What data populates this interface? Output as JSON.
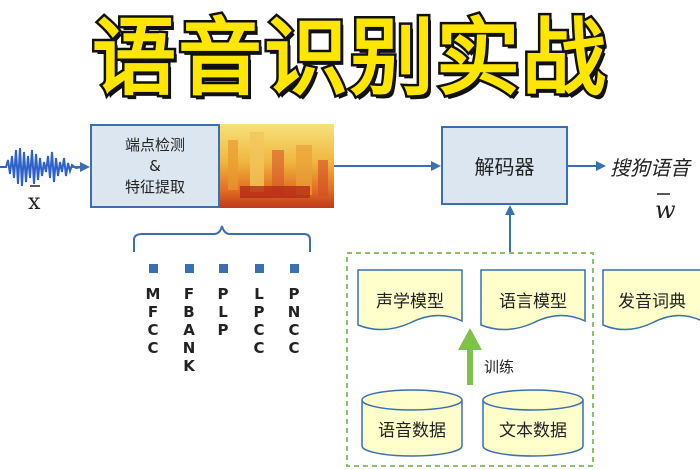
{
  "title": "语音识别实战",
  "input": {
    "symbol": "x"
  },
  "endpoint_box": {
    "line1": "端点检测",
    "line2": "&",
    "line3": "特征提取"
  },
  "features": [
    {
      "name": "MFCC",
      "letters": [
        "M",
        "F",
        "C",
        "C"
      ]
    },
    {
      "name": "FBANK",
      "letters": [
        "F",
        "B",
        "A",
        "N",
        "K"
      ]
    },
    {
      "name": "PLP",
      "letters": [
        "P",
        "L",
        "P"
      ]
    },
    {
      "name": "LPCC",
      "letters": [
        "L",
        "P",
        "C",
        "C"
      ]
    },
    {
      "name": "PNCC",
      "letters": [
        "P",
        "N",
        "C",
        "C"
      ]
    }
  ],
  "decoder": {
    "label": "解码器"
  },
  "output": {
    "text": "搜狗语音",
    "symbol": "w"
  },
  "models": {
    "acoustic": "声学模型",
    "language": "语言模型",
    "lexicon": "发音词典"
  },
  "training_label": "训练",
  "data": {
    "speech": "语音数据",
    "text": "文本数据"
  },
  "colors": {
    "title_fill": "#ffe600",
    "box_border": "#3a6fb0",
    "box_fill": "#dce6f1",
    "doc_fill": "#ffffcc",
    "green": "#7cc24b"
  }
}
